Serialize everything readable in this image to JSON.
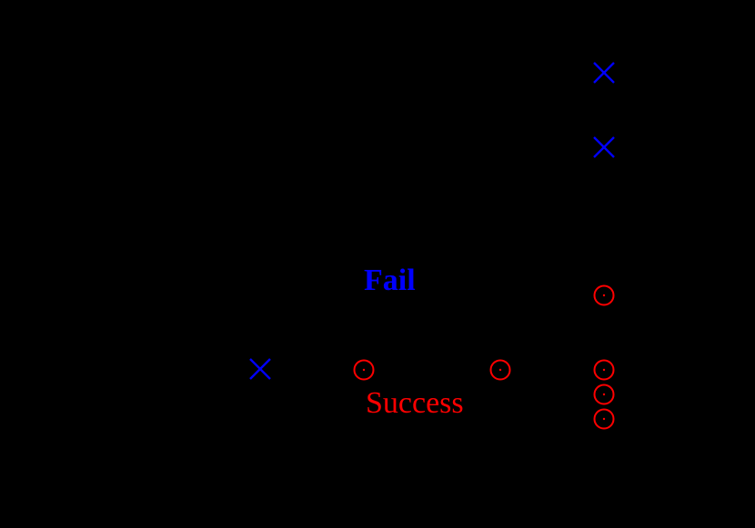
{
  "colors": {
    "background": "#000000",
    "fail": "#0000FF",
    "success": "#FF0000"
  },
  "annotations": {
    "fail_label": "Fail",
    "success_label": "Success"
  },
  "chart_data": {
    "type": "scatter",
    "title": "",
    "xlabel": "",
    "ylabel": "",
    "grid": false,
    "legend": "none (inline text annotations)",
    "note": "Axes, ticks and tick labels render black on black background and are not visible; coordinates are given in image pixel space (x right, y down).",
    "annotations": [
      {
        "text": "Fail",
        "x": 400,
        "y": 320,
        "color": "#0000FF"
      },
      {
        "text": "Success",
        "x": 402,
        "y": 455,
        "color": "#FF0000"
      }
    ],
    "series": [
      {
        "name": "Fail",
        "marker": "x",
        "color": "#0000FF",
        "points": [
          {
            "x": 286,
            "y": 406
          },
          {
            "x": 664,
            "y": 80
          },
          {
            "x": 664,
            "y": 162
          }
        ]
      },
      {
        "name": "Success",
        "marker": "circle-dot",
        "color": "#FF0000",
        "points": [
          {
            "x": 400,
            "y": 407
          },
          {
            "x": 550,
            "y": 407
          },
          {
            "x": 664,
            "y": 325
          },
          {
            "x": 664,
            "y": 407
          },
          {
            "x": 664,
            "y": 434
          },
          {
            "x": 664,
            "y": 461
          }
        ]
      }
    ]
  }
}
